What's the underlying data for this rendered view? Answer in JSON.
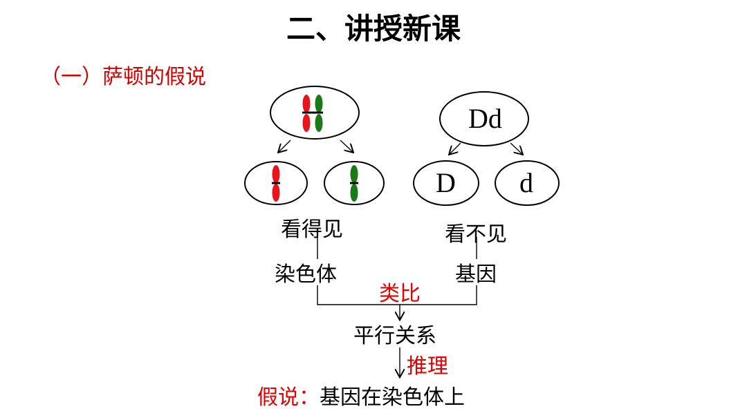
{
  "title": "二、讲授新课",
  "subtitle": "（一）萨顿的假说",
  "genes": {
    "parent": "Dd",
    "child_left": "D",
    "child_right": "d"
  },
  "labels": {
    "visible": "看得见",
    "invisible": "看不见",
    "chromosome": "染色体",
    "gene": "基因",
    "analogy": "类比",
    "parallel": "平行关系",
    "inference": "推理",
    "hypothesis_label": "假说：",
    "hypothesis_text": "基因在染色体上"
  },
  "colors": {
    "red_chromosome": "#e8141b",
    "green_chromosome": "#1a7a1a",
    "accent_red": "#e00000"
  }
}
